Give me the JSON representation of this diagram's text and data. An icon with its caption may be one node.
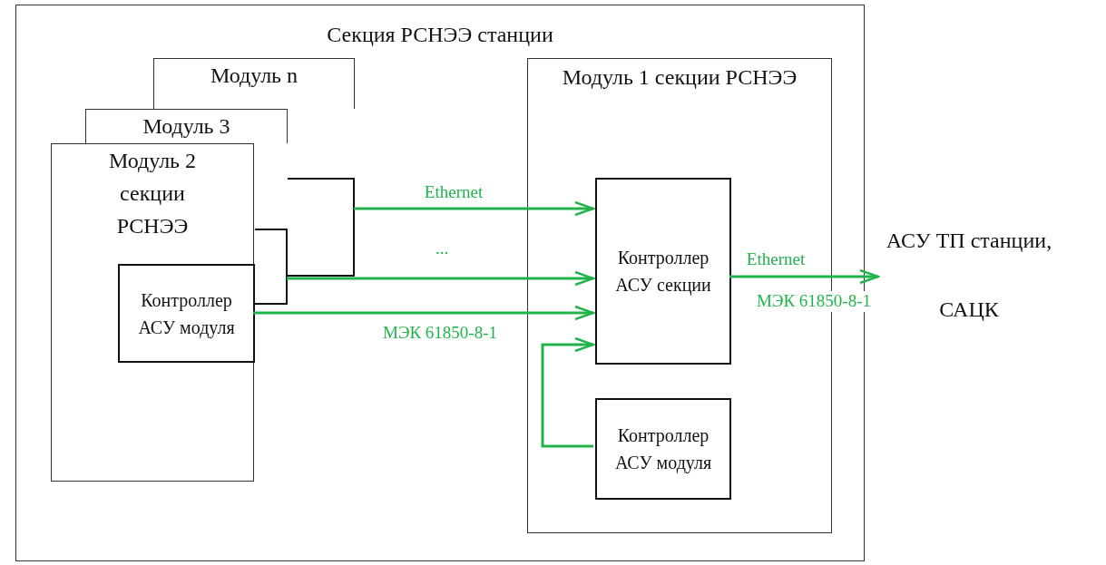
{
  "diagram": {
    "nodes": [
      {
        "text": [
          "Секция РСНЭЭ станции"
        ]
      },
      {
        "text": [
          "Модуль n"
        ],
        "in": 0
      },
      {
        "text": [],
        "shape": "box",
        "in": 0
      },
      {
        "text": [
          "Модуль 3"
        ],
        "in": 0
      },
      {
        "text": [],
        "shape": "box",
        "in": 0
      },
      {
        "text": [
          "Модуль 2 секции РСНЭЭ"
        ],
        "in": 0
      },
      {
        "text": [
          "Контроллер АСУ модуля"
        ],
        "in": 5
      },
      {
        "text": [
          "Модуль 1 секции РСНЭЭ"
        ],
        "in": 0
      },
      {
        "text": [
          "Контроллер АСУ секции"
        ],
        "in": 7
      },
      {
        "text": [
          "Контроллер АСУ модуля"
        ],
        "in": 7
      },
      {
        "text": [
          "АСУ ТП станции, САЦК"
        ]
      }
    ],
    "edges": [
      {
        "from": 2,
        "to": 8,
        "arrow": "to",
        "label": "Ethernet"
      },
      {
        "from": 4,
        "to": 8,
        "arrow": "to"
      },
      {
        "from": 6,
        "to": 8,
        "arrow": "to"
      },
      {
        "from": 9,
        "to": 8,
        "arrow": "to"
      },
      {
        "from": 8,
        "to": 10,
        "arrow": "to",
        "label": "Ethernet"
      }
    ],
    "labels": [
      "...",
      "МЭК 61850-8-1",
      "МЭК 61850-8-1"
    ]
  }
}
